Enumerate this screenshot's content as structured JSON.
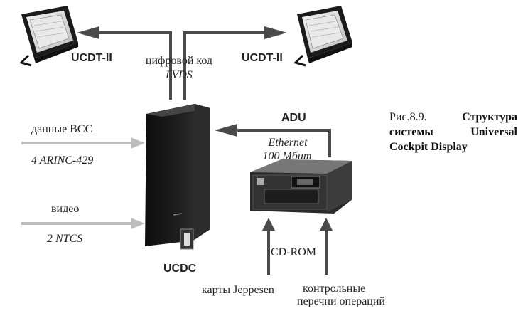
{
  "labels": {
    "ucdt_left": "UCDT-II",
    "ucdt_right": "UCDT-II",
    "digital_code": "цифровой код",
    "lvds": "LVDS",
    "adu": "ADU",
    "ethernet": "Ethernet",
    "ethernet_speed": "100 Мбит",
    "bcc_data": "данные BCC",
    "arinc": "4 ARINC-429",
    "video": "видео",
    "ntcs": "2 NTCS",
    "ucdc": "UCDC",
    "cdrom": "CD-ROM",
    "jeppesen": "карты Jeppesen",
    "checklists_line1": "контрольные",
    "checklists_line2": "перечни операций"
  },
  "caption": {
    "prefix": "Рис.8.9.",
    "title_line1": "Структура",
    "title_line2a": "системы",
    "title_line2b": "Universal",
    "title_line3": "Cockpit Display"
  },
  "colors": {
    "arrow_dark": "#4a4a4a",
    "arrow_light": "#bdbdbd",
    "device_dark": "#1a1a1a"
  }
}
